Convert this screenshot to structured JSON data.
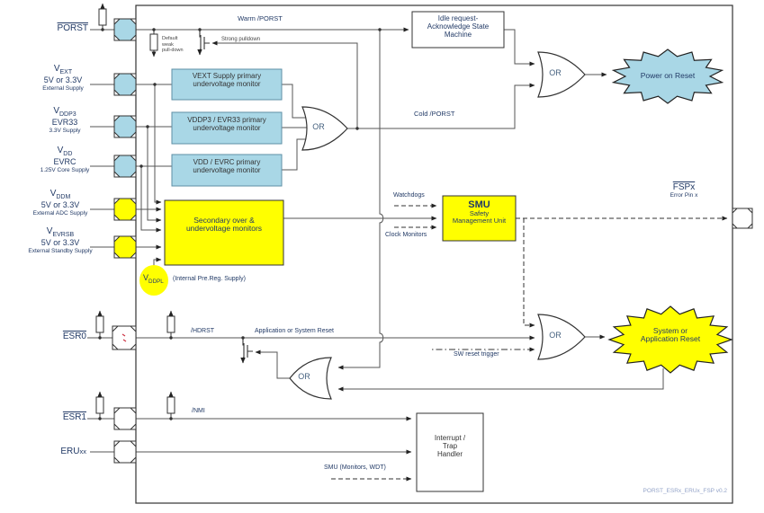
{
  "colors": {
    "light_blue": "#A9D7E6",
    "yellow": "#FFFF00",
    "ink": "#223a66",
    "wire": "#555555",
    "version_text": "#93a3c8",
    "pad_marker_red": "#cc3344"
  },
  "pins": {
    "porst": {
      "label": "PORST"
    },
    "vext": {
      "name": "V",
      "sub": "EXT",
      "voltage": "5V or 3.3V",
      "desc": "External Supply"
    },
    "vddp3": {
      "name": "V",
      "sub": "DDP3",
      "voltage": "EVR33",
      "desc": "3.3V Supply"
    },
    "vdd": {
      "name": "V",
      "sub": "DD",
      "voltage": "EVRC",
      "desc": "1.25V Core Supply"
    },
    "vddm": {
      "name": "V",
      "sub": "DDM",
      "voltage": "5V or 3.3V",
      "desc": "External ADC Supply"
    },
    "vevrsb": {
      "name": "V",
      "sub": "EVRSB",
      "voltage": "5V or 3.3V",
      "desc": "External Standby Supply"
    },
    "esr0": {
      "label": "ESR0"
    },
    "esr1": {
      "label": "ESR1"
    },
    "eruxx": {
      "label": "ERU",
      "sub": "xx"
    },
    "fspx": {
      "label": "FSPx",
      "desc": "Error Pin x"
    }
  },
  "blocks": {
    "idle": {
      "line1": "Idle request-",
      "line2": "Acknowledge State",
      "line3": "Machine"
    },
    "monitor_vext": {
      "line1": "VEXT Supply primary",
      "line2": "undervoltage monitor"
    },
    "monitor_vddp3": {
      "line1": "VDDP3 / EVR33 primary",
      "line2": "undervoltage monitor"
    },
    "monitor_vdd": {
      "line1": "VDD / EVRC primary",
      "line2": "undervoltage monitor"
    },
    "secondary": {
      "line1": "Secondary over &",
      "line2": "undervoltage monitors"
    },
    "smu": {
      "line1": "SMU",
      "line2": "Safety",
      "line3": "Management Unit"
    },
    "handler": {
      "line1": "Interrupt /",
      "line2": "Trap",
      "line3": "Handler"
    }
  },
  "bursts": {
    "power": {
      "label": "Power on Reset"
    },
    "sysapp": {
      "line1": "System or",
      "line2": "Application Reset"
    }
  },
  "wire_labels": {
    "warm": "Warm /PORST",
    "cold": "Cold /PORST",
    "strong": "Strong pulldown",
    "weak1": "Default",
    "weak2": "weak",
    "weak3": "pull-down",
    "hdrst": "/HDRST",
    "appsys": "Application or System Reset",
    "swreset": "SW reset trigger",
    "nmi": "/NMI",
    "watchdogs": "Watchdogs",
    "clockmon": "Clock Monitors",
    "smuwdt": "SMU (Monitors, WDT)",
    "vddpl_name": "V",
    "vddpl_sub": "DDPL",
    "vddpl_note": "(Internal Pre.Reg. Supply)",
    "or": "OR"
  },
  "footer": {
    "version": "PORST_ESRx_ERUx_FSP v0.2"
  }
}
